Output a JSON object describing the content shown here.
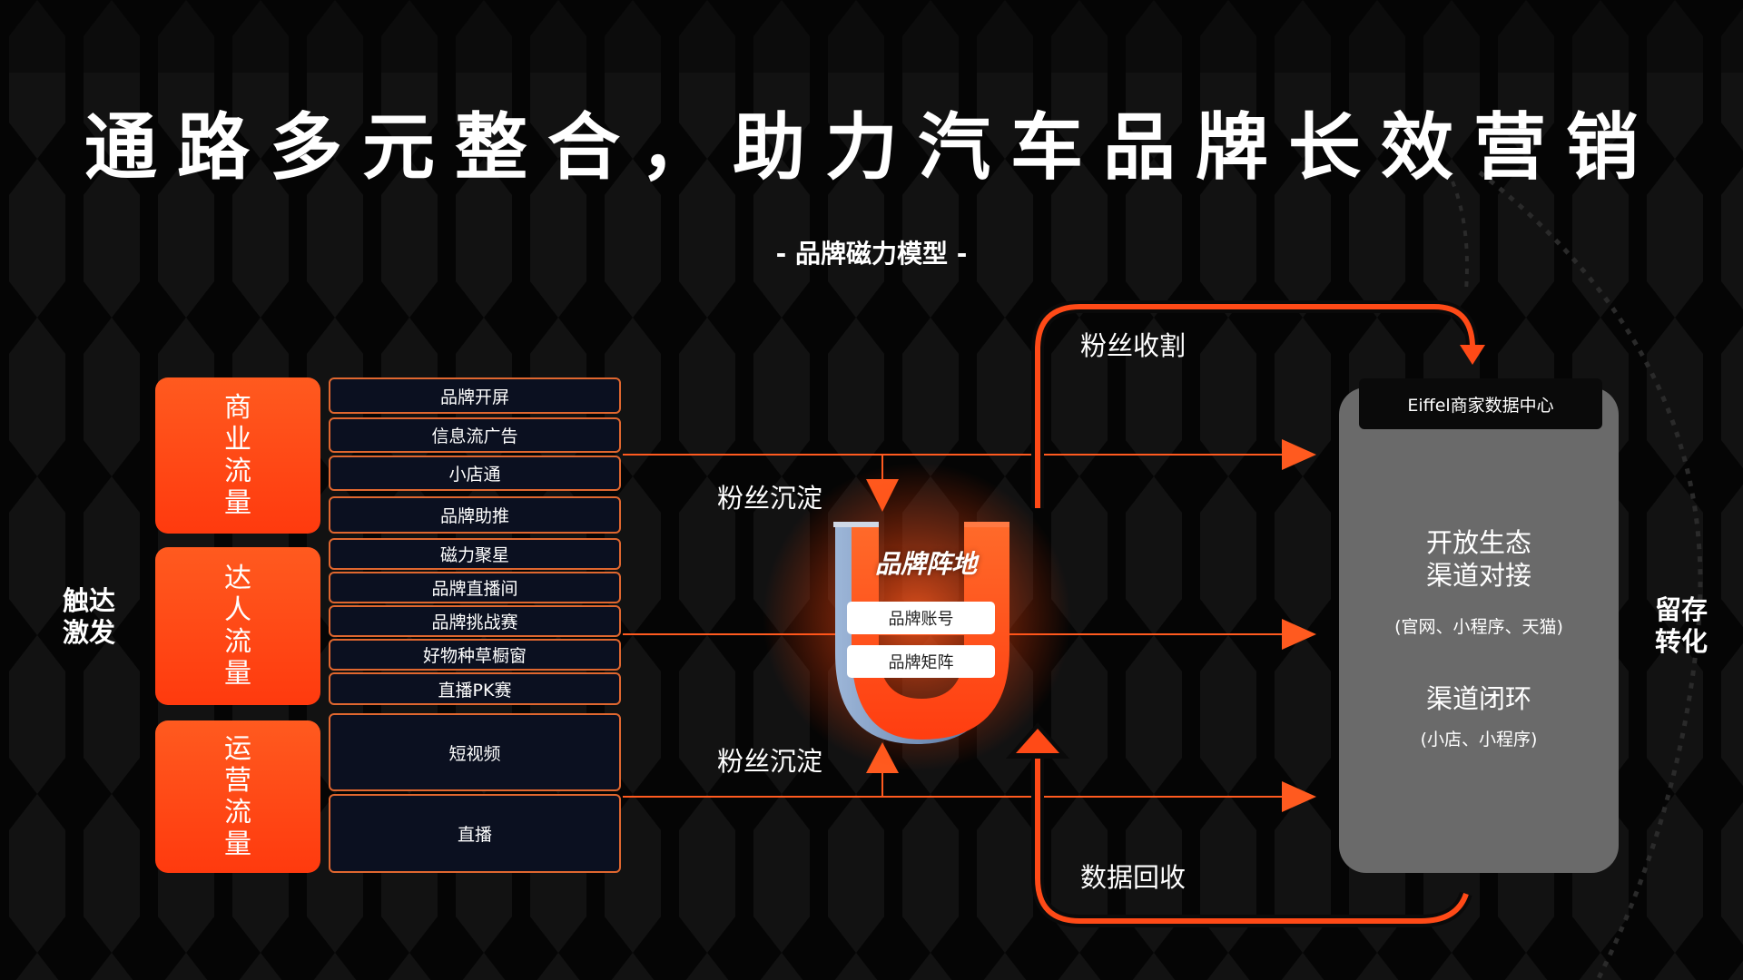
{
  "title": "通路多元整合，助力汽车品牌长效营销",
  "subtitle": "- 品牌磁力模型 -",
  "left_label": "触达\n激发",
  "right_label": "留存\n转化",
  "categories": [
    {
      "label": "商业流量"
    },
    {
      "label": "达人流量"
    },
    {
      "label": "运营流量"
    }
  ],
  "channels": [
    "品牌开屏",
    "信息流广告",
    "小店通",
    "品牌助推",
    "磁力聚星",
    "品牌直播间",
    "品牌挑战赛",
    "好物种草橱窗",
    "直播PK赛",
    "短视频",
    "直播"
  ],
  "flow_labels": {
    "fans_settle_top": "粉丝沉淀",
    "fans_settle_bottom": "粉丝沉淀",
    "fans_harvest": "粉丝收割",
    "data_recycle": "数据回收"
  },
  "magnet": {
    "title": "品牌阵地",
    "tags": [
      "品牌账号",
      "品牌矩阵"
    ]
  },
  "data_center": {
    "header": "Eiffel商家数据中心",
    "block1_title_line1": "开放生态",
    "block1_title_line2": "渠道对接",
    "block1_sub": "(官网、小程序、天猫)",
    "block2_title": "渠道闭环",
    "block2_sub": "(小店、小程序)"
  },
  "colors": {
    "accent": "#ff4a17",
    "line": "#ff5a1f",
    "panel": "#6a6a6a",
    "channel_bg": "#0b1020",
    "channel_border": "#e0672f"
  }
}
